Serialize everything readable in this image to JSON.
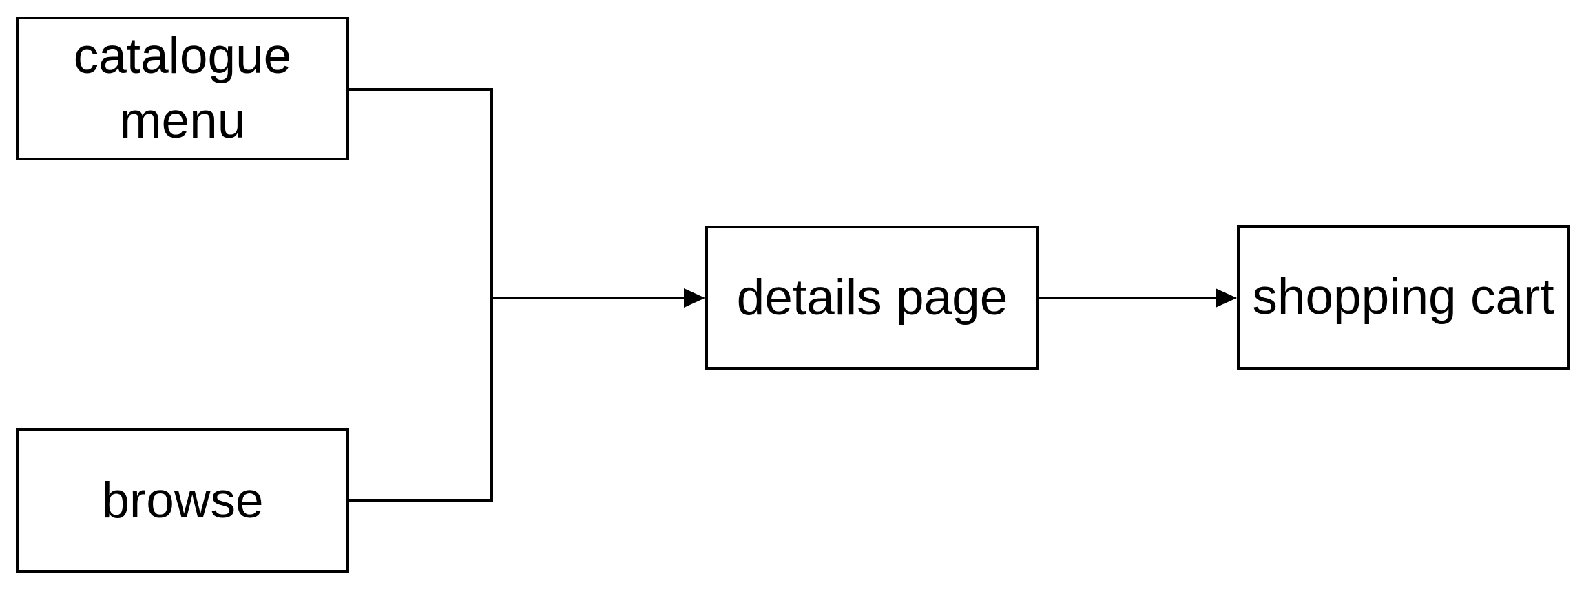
{
  "diagram": {
    "type": "flowchart",
    "colors": {
      "background": "#ffffff",
      "stroke": "#000000",
      "node_fill": "#ffffff",
      "text": "#000000"
    },
    "nodes": [
      {
        "id": "catalogue-menu",
        "label": "catalogue menu"
      },
      {
        "id": "browse",
        "label": "browse"
      },
      {
        "id": "details-page",
        "label": "details page"
      },
      {
        "id": "shopping-cart",
        "label": "shopping cart"
      }
    ],
    "edges": [
      {
        "from": "catalogue menu",
        "to": "details page",
        "via": "merge-junction",
        "arrow": true
      },
      {
        "from": "browse",
        "to": "details page",
        "via": "merge-junction",
        "arrow": true
      },
      {
        "from": "details page",
        "to": "shopping cart",
        "arrow": true
      }
    ]
  }
}
